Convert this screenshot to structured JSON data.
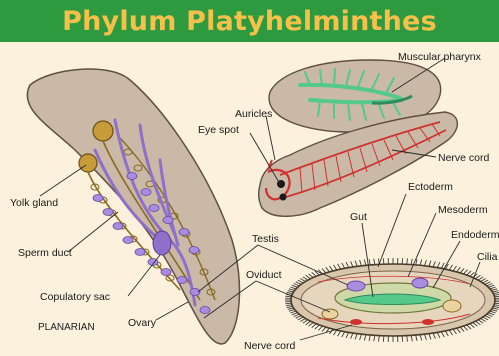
{
  "title": "Phylum Platyhelminthes",
  "colors": {
    "header_bg": "#2e9a3f",
    "title_text": "#f6c04a",
    "page_bg": "#fbf1dc",
    "body_fill": "#c9b9a6",
    "reproductive_purple": "#8f6fc9",
    "gut_green": "#55c98a",
    "nerve_red": "#d0302e",
    "yolk_brown": "#8a6a22"
  },
  "labels": {
    "muscular_pharynx": "Muscular pharynx",
    "auricles": "Auricles",
    "eye_spot": "Eye spot",
    "nerve_cord_top": "Nerve cord",
    "ectoderm": "Ectoderm",
    "mesoderm": "Mesoderm",
    "gut": "Gut",
    "endoderm": "Endoderm",
    "cilia": "Cilia",
    "yolk_gland": "Yolk gland",
    "sperm_duct": "Sperm duct",
    "testis": "Testis",
    "copulatory_sac": "Copulatory sac",
    "oviduct": "Oviduct",
    "ovary": "Ovary",
    "planarian": "PLANARIAN",
    "nerve_cord_bottom": "Nerve cord"
  }
}
